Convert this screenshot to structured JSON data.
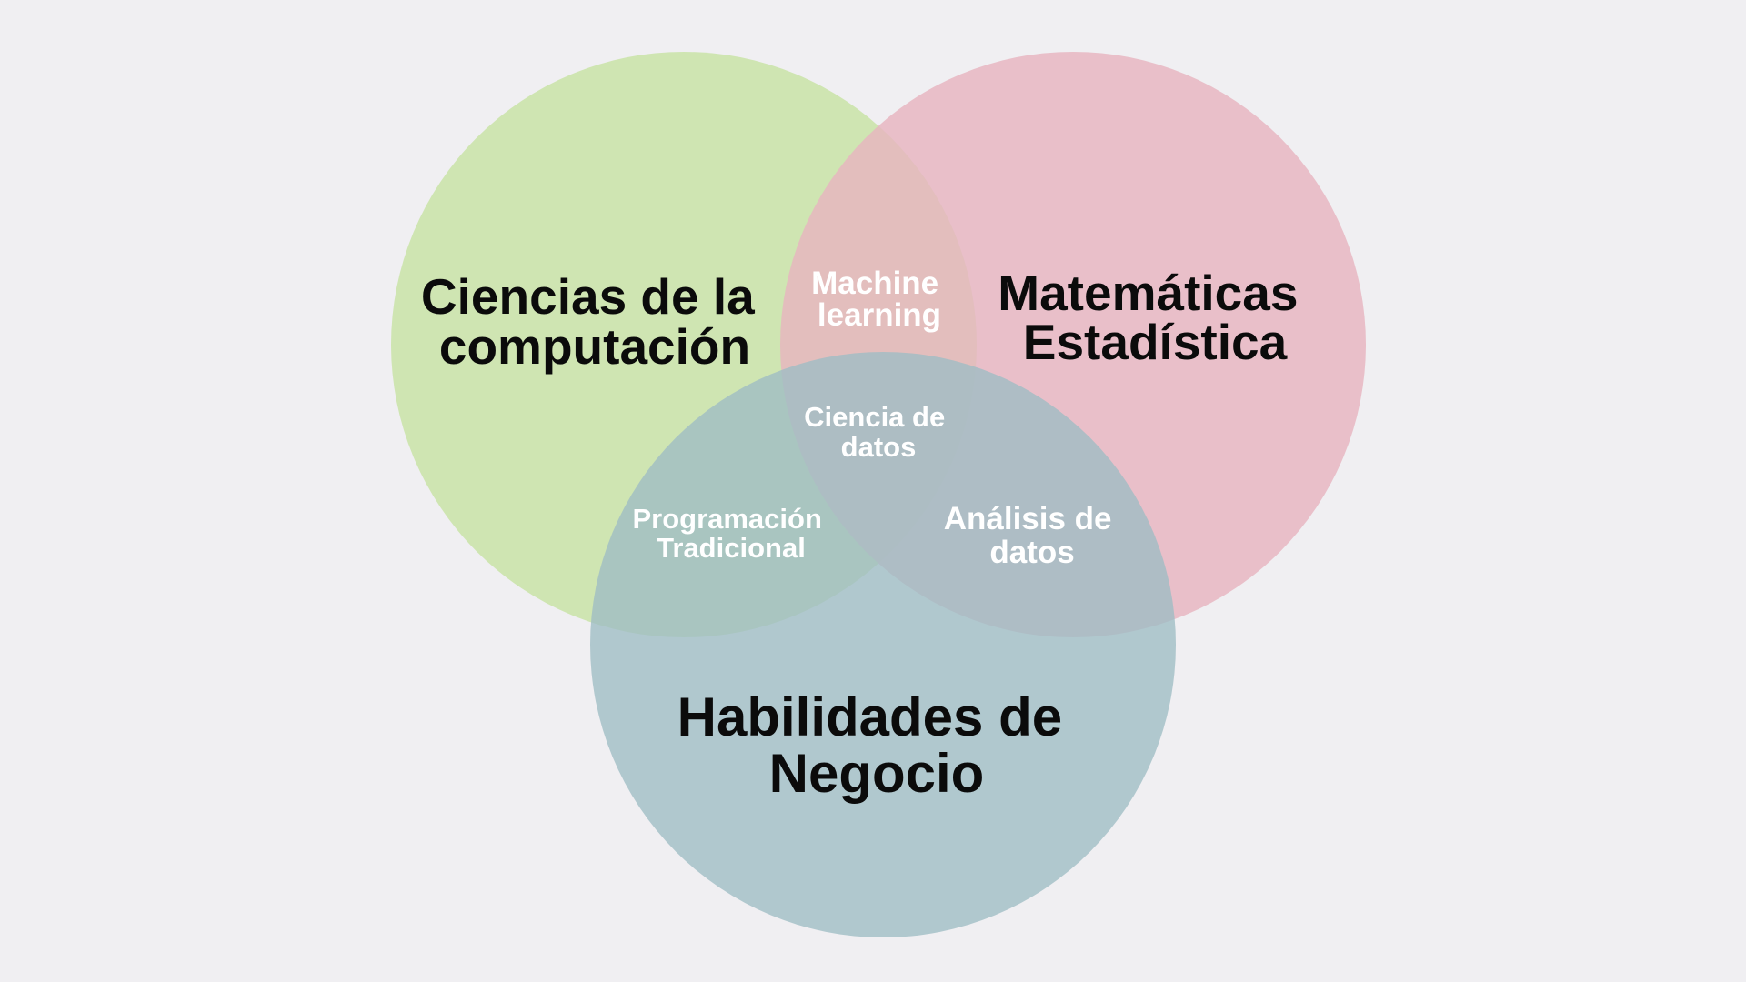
{
  "diagram": {
    "sets": [
      {
        "id": "cs",
        "line1": "Ciencias de la",
        "line2": "computación",
        "color": "#c7e3a4"
      },
      {
        "id": "math",
        "line1": "Matemáticas",
        "line2": "Estadística",
        "color": "#e6b4c0"
      },
      {
        "id": "biz",
        "line1": "Habilidades de",
        "line2": "Negocio",
        "color": "#9dbcc4"
      }
    ],
    "intersections": [
      {
        "id": "ml",
        "line1": "Machine",
        "line2": "learning"
      },
      {
        "id": "ds",
        "line1": "Ciencia de",
        "line2": "datos"
      },
      {
        "id": "prog",
        "line1": "Programación",
        "line2": "Tradicional"
      },
      {
        "id": "da",
        "line1": "Análisis de",
        "line2": "datos"
      }
    ],
    "background": "#f0eff2"
  }
}
